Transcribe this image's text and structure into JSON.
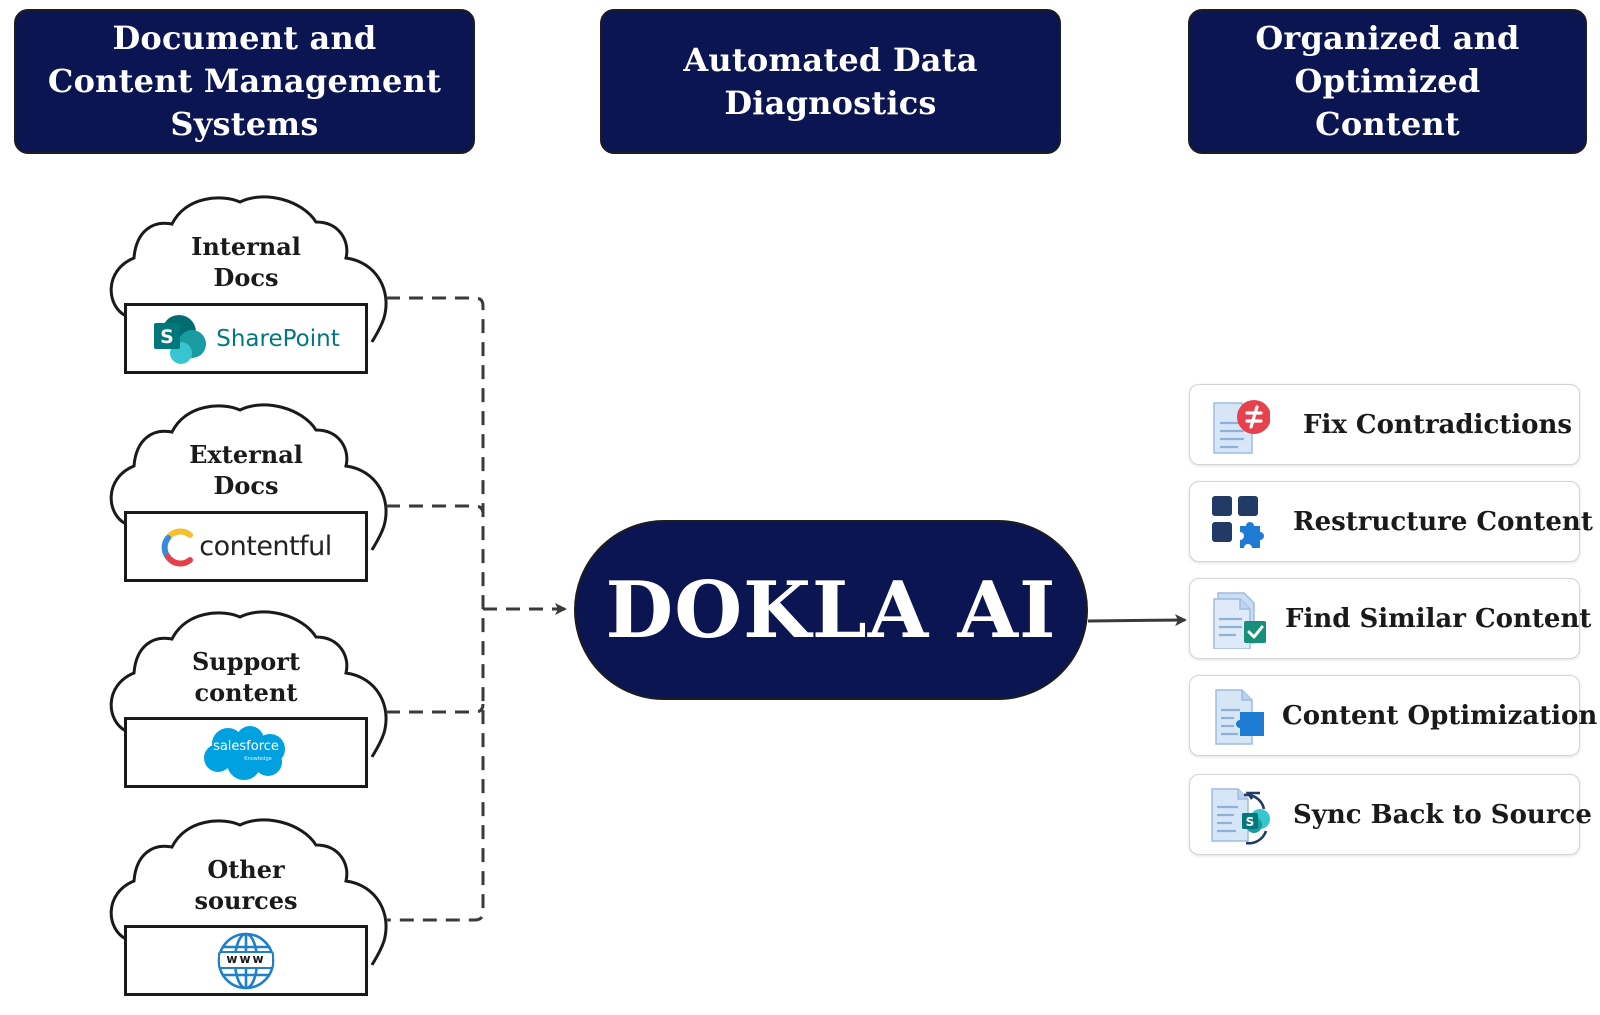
{
  "headers": {
    "sources": "Document and Content Management Systems",
    "diagnostics": "Automated Data Diagnostics",
    "output": "Organized and Optimized Content"
  },
  "sources": [
    {
      "label_line1": "Internal",
      "label_line2": "Docs",
      "logo": "sharepoint-logo",
      "logo_text": "SharePoint"
    },
    {
      "label_line1": "External",
      "label_line2": "Docs",
      "logo": "contentful-logo",
      "logo_text": "contentful"
    },
    {
      "label_line1": "Support",
      "label_line2": "content",
      "logo": "salesforce-logo",
      "logo_text": "salesforce",
      "logo_subtext": "Knowledge"
    },
    {
      "label_line1": "Other",
      "label_line2": "sources",
      "logo": "globe-www-icon",
      "logo_text": "www"
    }
  ],
  "hub": {
    "label": "DOKLA AI"
  },
  "actions": [
    {
      "label": "Fix Contradictions",
      "icon": "document-not-equal-icon"
    },
    {
      "label": "Restructure Content",
      "icon": "blocks-puzzle-icon"
    },
    {
      "label": "Find Similar Content",
      "icon": "documents-check-icon"
    },
    {
      "label": "Content Optimization",
      "icon": "document-puzzle-icon"
    },
    {
      "label": "Sync Back to Source",
      "icon": "document-sync-icon"
    }
  ],
  "colors": {
    "navy": "#0b1551",
    "sharepoint_teal": "#03787c",
    "salesforce_blue": "#00a1e0",
    "contradiction_red": "#e5424d",
    "block_navy": "#213a66",
    "puzzle_blue": "#1e7bd3"
  }
}
